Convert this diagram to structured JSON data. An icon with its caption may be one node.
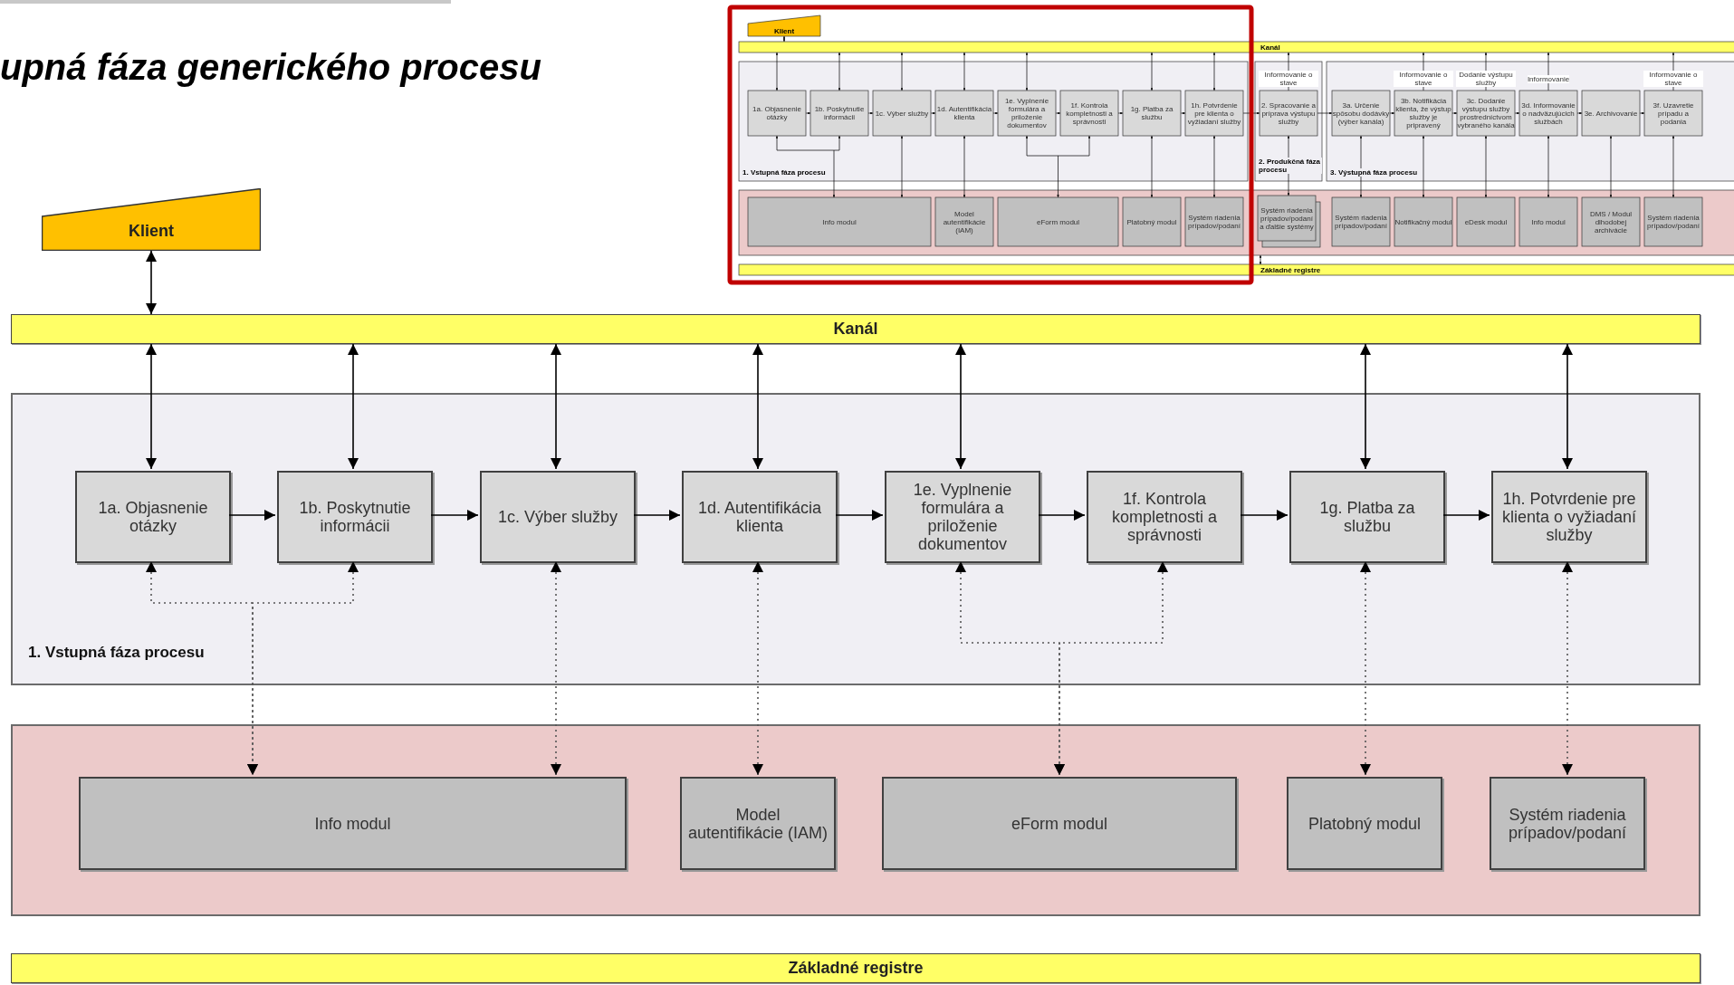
{
  "diagram": {
    "title": "upná fáza generického procesu",
    "nodes": [
      {
        "text": [
          "Klient"
        ]
      },
      {
        "text": [
          "Kanál"
        ]
      },
      {
        "text": [
          "1. Vstupná fáza procesu"
        ]
      },
      {
        "text": [
          "1a. Objasnenie otázky"
        ],
        "in": 2
      },
      {
        "text": [
          "1b. Poskytnutie informácii"
        ],
        "in": 2
      },
      {
        "text": [
          "1c. Výber služby"
        ],
        "in": 2
      },
      {
        "text": [
          "1d. Autentifikácia klienta"
        ],
        "in": 2
      },
      {
        "text": [
          "1e. Vyplnenie formulára a priloženie dokumentov"
        ],
        "in": 2
      },
      {
        "text": [
          "1f. Kontrola kompletnosti a správnosti"
        ],
        "in": 2
      },
      {
        "text": [
          "1g. Platba za službu"
        ],
        "in": 2
      },
      {
        "text": [
          "1h. Potvrdenie pre klienta o vyžiadaní služby"
        ],
        "in": 2
      },
      {
        "text": [],
        "shape": "box"
      },
      {
        "text": [
          "Info modul"
        ],
        "in": 11
      },
      {
        "text": [
          "Model autentifikácie (IAM)"
        ],
        "in": 11
      },
      {
        "text": [
          "eForm modul"
        ],
        "in": 11
      },
      {
        "text": [
          "Platobný modul"
        ],
        "in": 11
      },
      {
        "text": [
          "Systém riadenia prípadov/podaní"
        ],
        "in": 11
      },
      {
        "text": [
          "Základné registre"
        ]
      }
    ],
    "edges": [
      {
        "from": 0,
        "to": 1,
        "arrow": "both"
      },
      {
        "from": 1,
        "to": 3,
        "arrow": "both"
      },
      {
        "from": 1,
        "to": 4,
        "arrow": "both"
      },
      {
        "from": 1,
        "to": 5,
        "arrow": "both"
      },
      {
        "from": 1,
        "to": 6,
        "arrow": "both"
      },
      {
        "from": 1,
        "to": 7,
        "arrow": "both"
      },
      {
        "from": 1,
        "to": 9,
        "arrow": "both"
      },
      {
        "from": 1,
        "to": 10,
        "arrow": "both"
      },
      {
        "from": 3,
        "to": 4,
        "arrow": "to"
      },
      {
        "from": 4,
        "to": 5,
        "arrow": "to"
      },
      {
        "from": 5,
        "to": 6,
        "arrow": "to"
      },
      {
        "from": 6,
        "to": 7,
        "arrow": "to"
      },
      {
        "from": 7,
        "to": 8,
        "arrow": "to"
      },
      {
        "from": 8,
        "to": 9,
        "arrow": "to"
      },
      {
        "from": 9,
        "to": 10,
        "arrow": "to"
      },
      {
        "from": 3,
        "to": 12,
        "arrow": "both",
        "style": "dashed"
      },
      {
        "from": 4,
        "to": 12,
        "arrow": "both",
        "style": "dashed"
      },
      {
        "from": 5,
        "to": 12,
        "arrow": "both",
        "style": "dashed"
      },
      {
        "from": 6,
        "to": 13,
        "arrow": "both",
        "style": "dashed"
      },
      {
        "from": 7,
        "to": 14,
        "arrow": "both",
        "style": "dashed"
      },
      {
        "from": 8,
        "to": 14,
        "arrow": "both",
        "style": "dashed"
      },
      {
        "from": 9,
        "to": 15,
        "arrow": "both",
        "style": "dashed"
      },
      {
        "from": 10,
        "to": 16,
        "arrow": "both",
        "style": "dashed"
      }
    ],
    "labels": [
      "Klient",
      "Kanál",
      "Informovanie o stave",
      "Informovanie o stave",
      "Dodanie výstupu služby",
      "Informovanie",
      "Informovanie o stave",
      "1a. Objasnenie otázky",
      "1b. Poskytnutie informácii",
      "1c. Výber služby",
      "1d. Autentifikácia klienta",
      "1e. Vyplnenie formulára a priloženie dokumentov",
      "1f. Kontrola kompletnosti a správnosti",
      "1g. Platba za službu",
      "1h. Potvrdenie pre klienta o vyžiadaní služby",
      "2. Spracovanie a príprava výstupu služby",
      "3a. Určenie spôsobu dodávky (výber kanála)",
      "3b. Notifikácia klienta, že výstup služby je pripravený",
      "3c. Dodanie výstupu služby prostredníctvom vybraného kanála",
      "3d. Informovanie o nadväzujúcich službách",
      "3e. Archivovanie",
      "3f. Uzavretie prípadu a podania",
      "1. Vstupná fáza procesu",
      "2. Produkčná fáza procesu",
      "3. Výstupná fáza procesu",
      "Info modul",
      "Model autentifikácie (IAM)",
      "eForm modul",
      "Platobný modul",
      "Systém riadenia prípadov/podaní",
      "Systém riadenia prípadov/podaní a ďalšie systémy",
      "Systém riadenia prípadov/podaní",
      "Notifikačný modul",
      "eDesk modul",
      "Info modul",
      "DMS / Modul dlhodobej archivácie",
      "Systém riadenia prípadov/podaní",
      "Základné registre"
    ]
  }
}
